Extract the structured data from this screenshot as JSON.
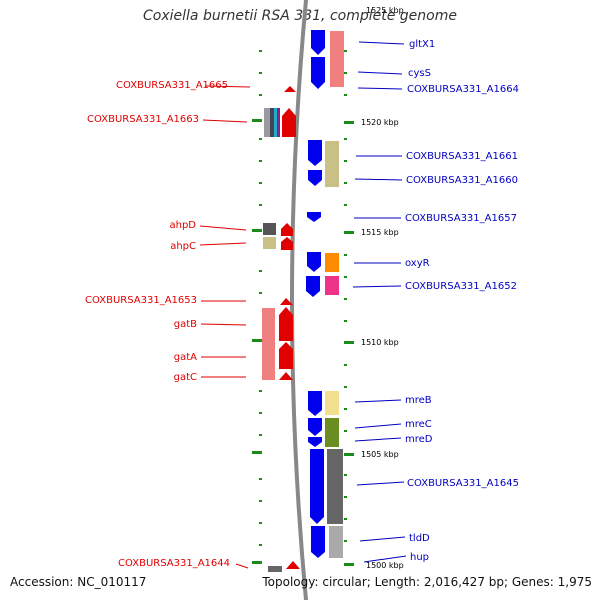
{
  "title": "Coxiella burnetii RSA 331, complete genome",
  "accession_text": "Accession: NC_010117",
  "topology_text": "Topology: circular; Length: 2,016,427 bp; Genes: 1,975",
  "colors": {
    "forward_arrow": "#e00000",
    "reverse_arrow": "#0000ee",
    "left_label": "#e00000",
    "right_label": "#0000c0",
    "tick": "#1a8a1a",
    "backbone": "#888888"
  },
  "kbp_labels": [
    "1525 kbp",
    "1520 kbp",
    "1515 kbp",
    "1510 kbp",
    "1505 kbp",
    "1500 kbp"
  ],
  "left_genes": [
    "COXBURSA331_A1665",
    "COXBURSA331_A1663",
    "ahpD",
    "ahpC",
    "COXBURSA331_A1653",
    "gatB",
    "gatA",
    "gatC",
    "COXBURSA331_A1644"
  ],
  "right_genes": [
    "gltX1",
    "cysS",
    "COXBURSA331_A1664",
    "COXBURSA331_A1661",
    "COXBURSA331_A1660",
    "COXBURSA331_A1657",
    "oxyR",
    "COXBURSA331_A1652",
    "mreB",
    "mreC",
    "mreD",
    "COXBURSA331_A1645",
    "tldD",
    "hup"
  ]
}
